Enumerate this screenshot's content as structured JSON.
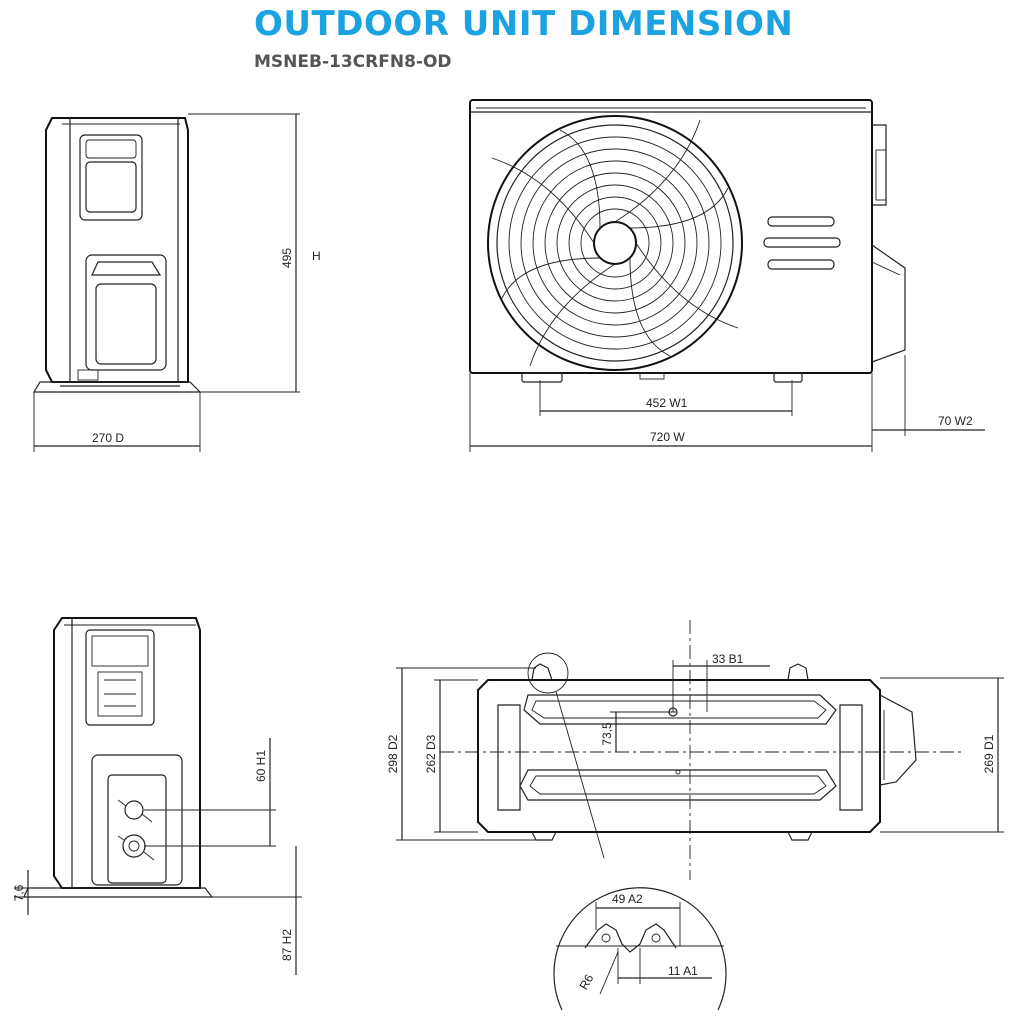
{
  "header": {
    "title": "OUTDOOR UNIT DIMENSION",
    "model": "MSNEB-13CRFN8-OD"
  },
  "colors": {
    "title": "#1aa3e0",
    "subtitle": "#555555",
    "line": "#222222"
  },
  "dimensions": {
    "height": "495",
    "height_code": "H",
    "depth": "270  D",
    "w1": "452 W1",
    "width": "720 W",
    "w2": "70 W2",
    "h1": "60 H1",
    "h_small": "7,6",
    "h2": "87 H2",
    "b1": "33 B1",
    "b_small": "73,5",
    "d2": "298 D2",
    "d3": "262 D3",
    "d1": "269 D1",
    "a2": "49 A2",
    "r": "R6",
    "a1": "11 A1"
  }
}
